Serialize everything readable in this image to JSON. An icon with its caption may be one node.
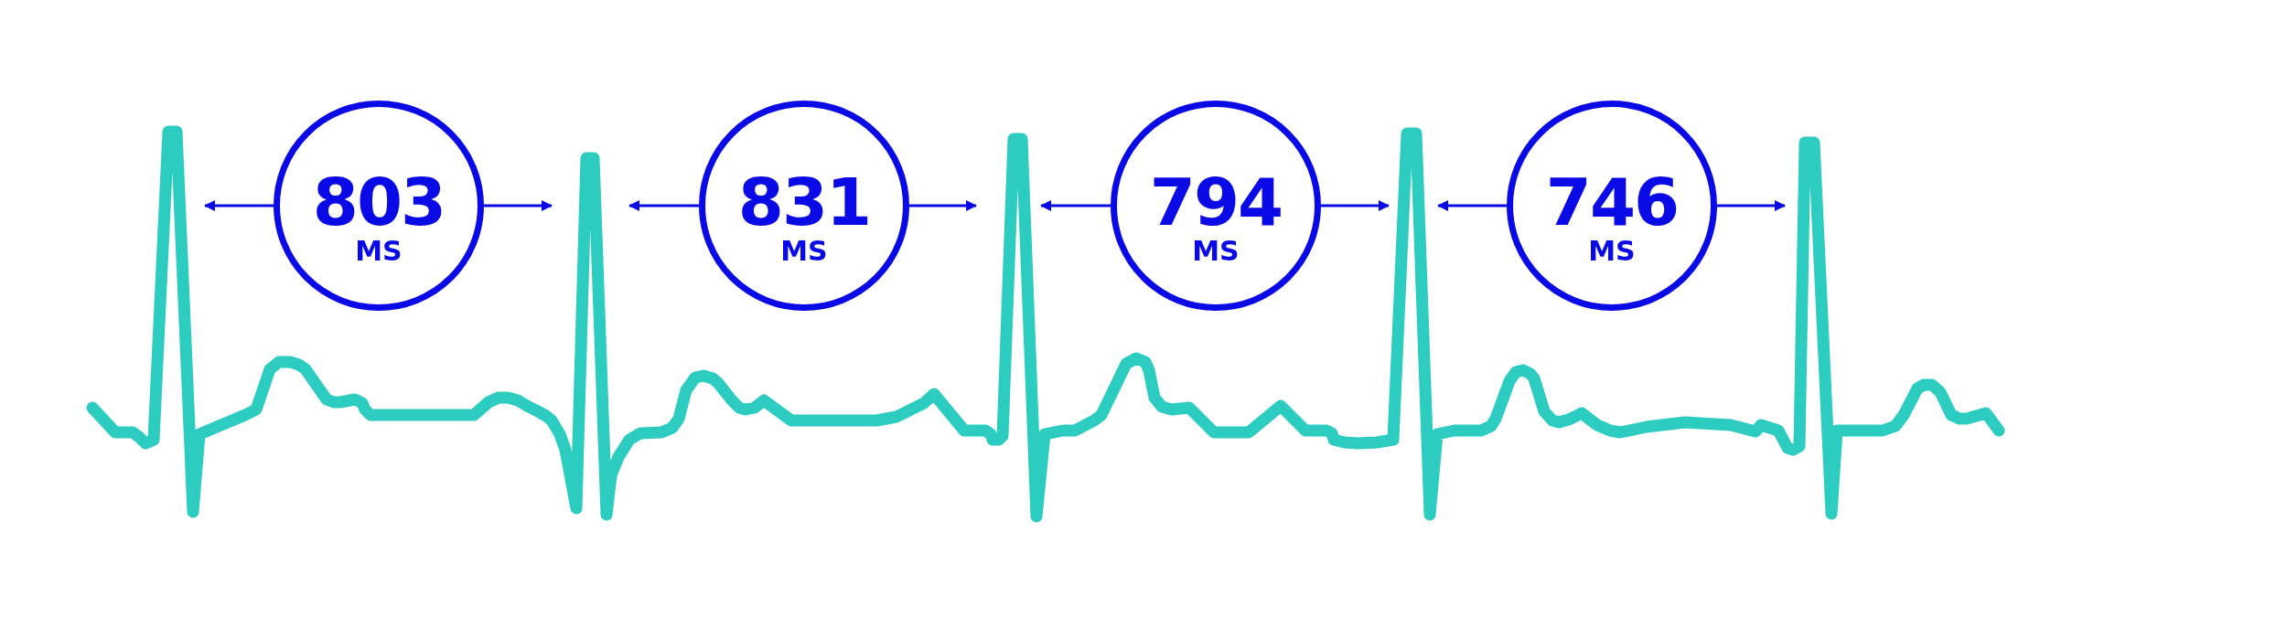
{
  "diagram": {
    "nodes": [
      {
        "text": [
          "803",
          "MS"
        ]
      },
      {
        "text": [
          "831",
          "MS"
        ]
      },
      {
        "text": [
          "794",
          "MS"
        ]
      },
      {
        "text": [
          "746",
          "MS"
        ]
      }
    ]
  }
}
